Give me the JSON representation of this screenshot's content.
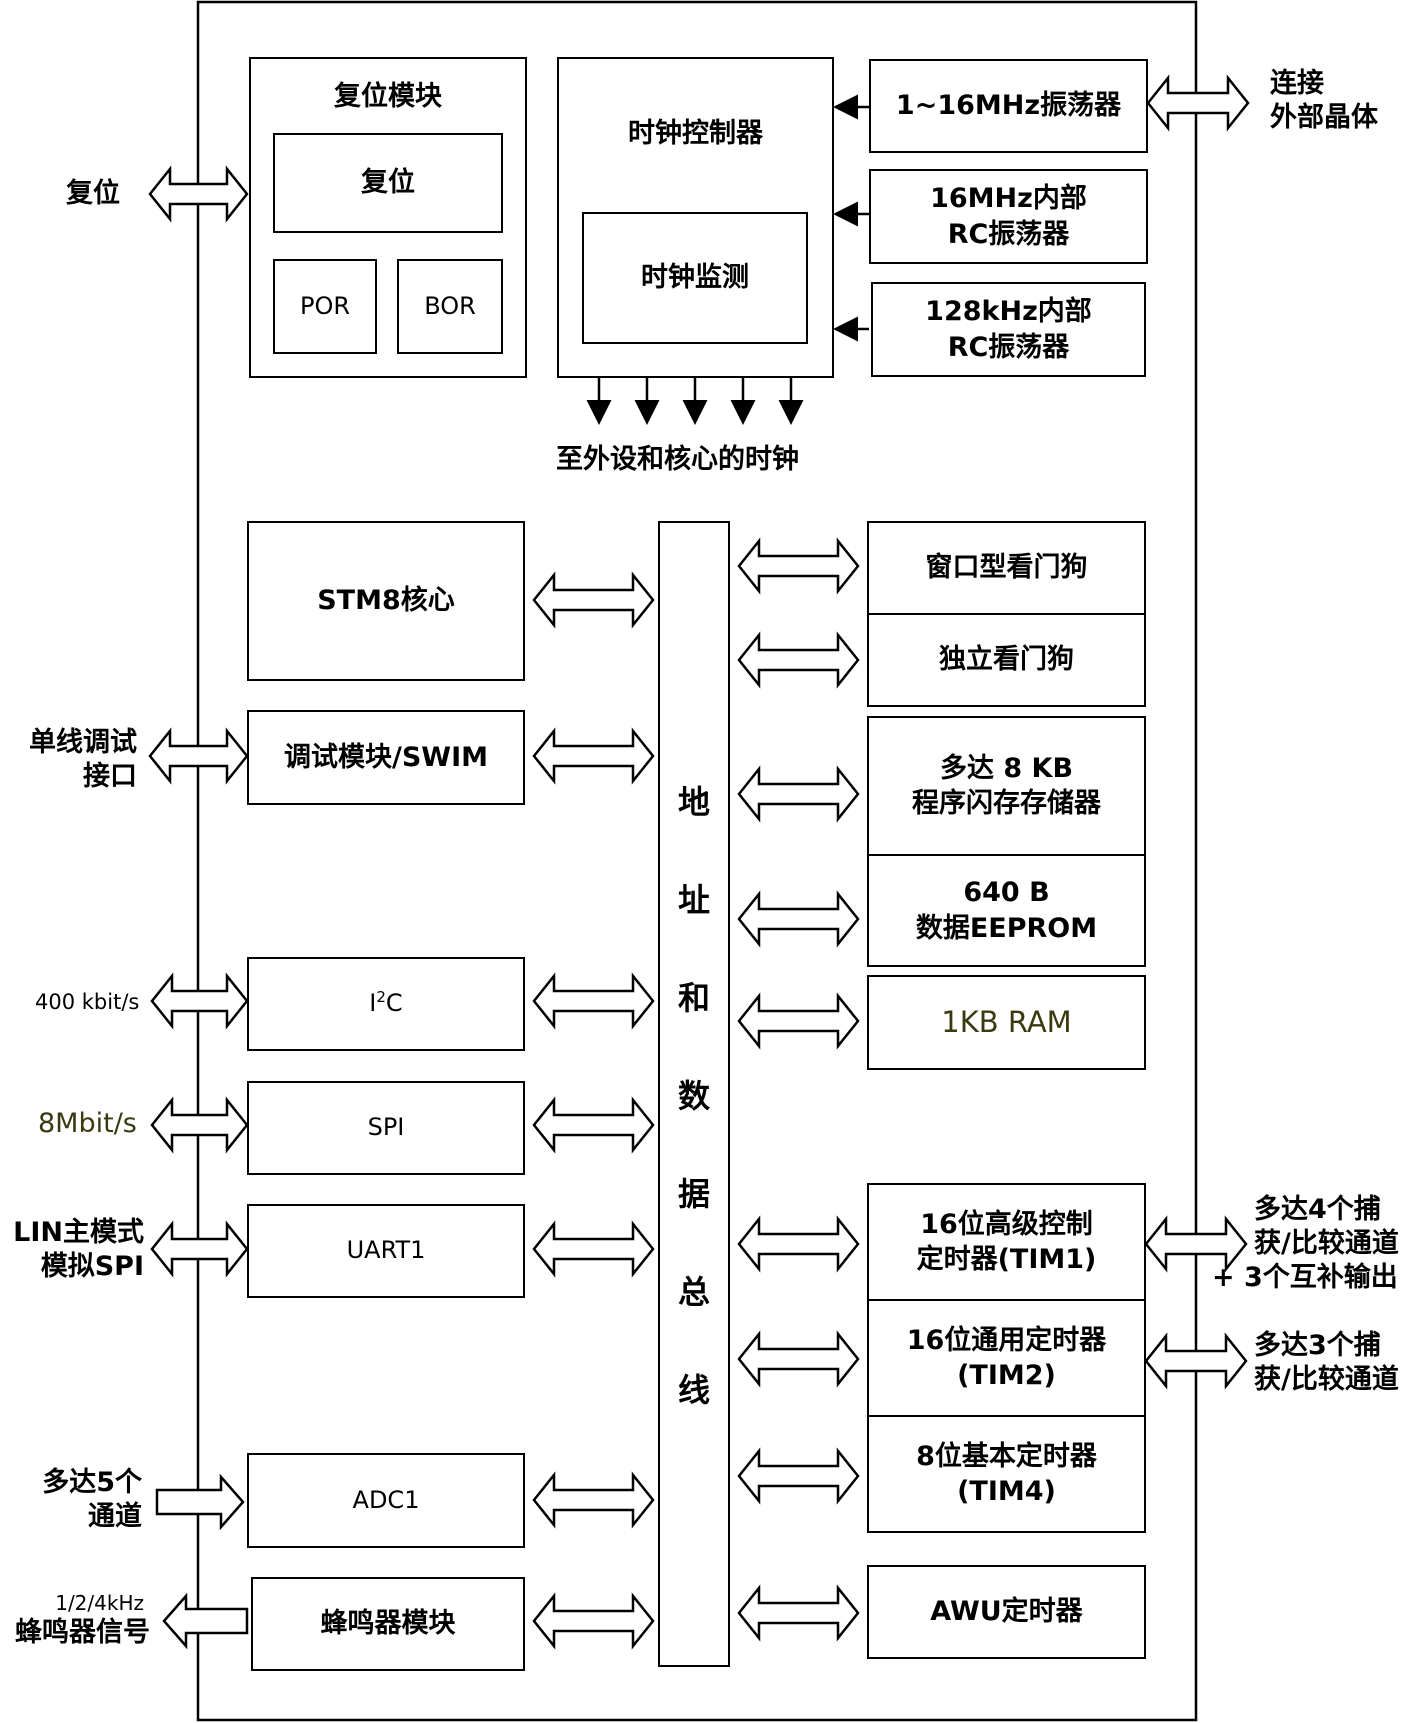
{
  "reset_module": {
    "title": "复位模块",
    "reset": "复位",
    "por": "POR",
    "bor": "BOR"
  },
  "clock": {
    "controller": "时钟控制器",
    "monitor": "时钟监测",
    "osc_external": "1~16MHz振荡器",
    "osc_16m": [
      "16MHz内部",
      "RC振荡器"
    ],
    "osc_128k": [
      "128kHz内部",
      "RC振荡器"
    ],
    "clock_out": "至外设和核心的时钟"
  },
  "external": {
    "reset": "复位",
    "crystal": [
      "连接",
      "外部晶体"
    ],
    "swim": [
      "单线调试",
      "接口"
    ],
    "i2c_speed": "400 kbit/s",
    "spi_speed": "8Mbit/s",
    "uart_mode": [
      "LIN主模式",
      "模拟SPI"
    ],
    "adc_channels": [
      "多达5个",
      "通道"
    ],
    "beeper_signal": [
      "1/2/4kHz",
      "蜂鸣器信号"
    ],
    "tim1_channels": [
      "多达4个捕",
      "获/比较通道",
      "+ 3个互补输出"
    ],
    "tim2_channels": [
      "多达3个捕",
      "获/比较通道"
    ]
  },
  "left_blocks": {
    "core": "STM8核心",
    "swim": "调试模块/SWIM",
    "i2c_main": "I",
    "i2c_sup": "2",
    "i2c_tail": "C",
    "spi": "SPI",
    "uart": "UART1",
    "adc": "ADC1",
    "beeper": "蜂鸣器模块"
  },
  "bus_chars": [
    "地",
    "址",
    "和",
    "数",
    "据",
    "总",
    "线"
  ],
  "right_blocks": {
    "wwdg": "窗口型看门狗",
    "iwdg": "独立看门狗",
    "flash": [
      "多达 8 KB",
      "程序闪存存储器"
    ],
    "eeprom": [
      "640 B",
      "数据EEPROM"
    ],
    "ram": "1KB  RAM",
    "tim1": [
      "16位高级控制",
      "定时器(TIM1)"
    ],
    "tim2": [
      "16位通用定时器",
      "(TIM2)"
    ],
    "tim4": [
      "8位基本定时器",
      "(TIM4)"
    ],
    "awu": "AWU定时器"
  }
}
